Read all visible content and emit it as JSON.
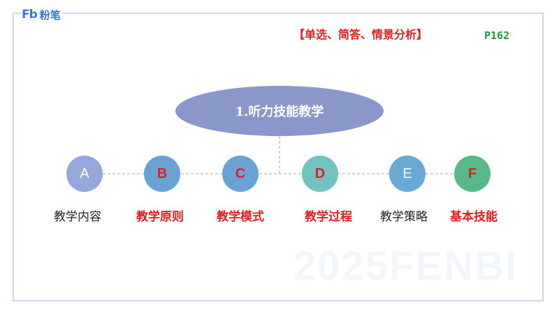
{
  "logo": {
    "mark": "Fb",
    "text": "粉笔"
  },
  "header": {
    "topic_tag": "【单选、简答、情景分析】",
    "page_ref": "P162"
  },
  "diagram": {
    "root": "1.听力技能教学",
    "nodes": [
      {
        "letter": "A",
        "label": "教学内容",
        "highlight": false
      },
      {
        "letter": "B",
        "label": "教学原则",
        "highlight": true
      },
      {
        "letter": "C",
        "label": "教学模式",
        "highlight": true
      },
      {
        "letter": "D",
        "label": "教学过程",
        "highlight": true
      },
      {
        "letter": "E",
        "label": "教学策略",
        "highlight": false
      },
      {
        "letter": "F",
        "label": "基本技能",
        "highlight": true
      }
    ]
  },
  "watermark": "2025FENBI",
  "colors": {
    "highlight_text": "#e02020",
    "page_ref": "#1e9e3a",
    "root_ellipse": "#8a98c9",
    "logo": "#3a78d8"
  }
}
